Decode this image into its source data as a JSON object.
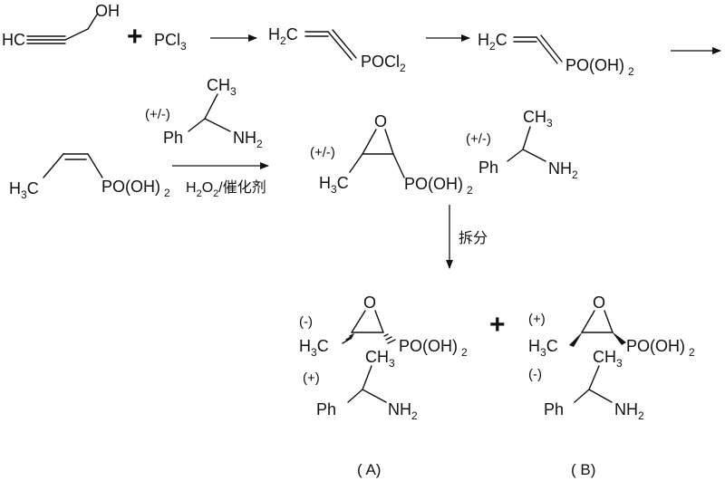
{
  "row1": {
    "hc": "HC",
    "oh": "OH",
    "plus": "+",
    "pcl": "PCl",
    "pcl_sub": "3",
    "h2c_a": "H",
    "h2c_a_sub": "2",
    "h2c_a_c": "C",
    "pocl": "POCl",
    "pocl_sub": "2",
    "h2c_b": "H",
    "h2c_b_sub": "2",
    "h2c_b_c": "C",
    "po_oh": "PO(OH)",
    "po_oh_sub": "2"
  },
  "row2": {
    "h3c": "H",
    "h3c_sub": "3",
    "h3c_c": "C",
    "po_oh": "PO(OH)",
    "po_oh_sub": "2",
    "rac_amine_tag": "(+/-)",
    "ch3": "CH",
    "ch3_sub": "3",
    "ph": "Ph",
    "nh": "NH",
    "nh_sub": "2",
    "reagent_h": "H",
    "reagent_2a": "2",
    "reagent_o": "O",
    "reagent_2b": "2",
    "reagent_rest": "/催化剂",
    "epox_tag": "(+/-)",
    "o": "O",
    "e_h3c": "H",
    "e_h3c_sub": "3",
    "e_h3c_c": "C",
    "e_po": "PO(OH)",
    "e_po_sub": "2",
    "salt_tag": "(+/-)",
    "salt_ph": "Ph",
    "salt_nh": "NH",
    "salt_nh_sub": "2",
    "salt_ch3": "CH",
    "salt_ch3_sub": "3"
  },
  "resolution_label": "拆分",
  "product_a": {
    "acid_tag": "(-)",
    "o": "O",
    "h3c": "H",
    "h3c_sub": "3",
    "h3c_c": "C",
    "po": "PO(OH)",
    "po_sub": "2",
    "amine_tag": "(+)",
    "ch3": "CH",
    "ch3_sub": "3",
    "ph": "Ph",
    "nh": "NH",
    "nh_sub": "2",
    "caption": "( A)"
  },
  "plus": "+",
  "product_b": {
    "acid_tag": "(+)",
    "o": "O",
    "h3c": "H",
    "h3c_sub": "3",
    "h3c_c": "C",
    "po": "PO(OH)",
    "po_sub": "2",
    "amine_tag": "(-)",
    "ch3": "CH",
    "ch3_sub": "3",
    "ph": "Ph",
    "nh": "NH",
    "nh_sub": "2",
    "caption": "( B)"
  }
}
